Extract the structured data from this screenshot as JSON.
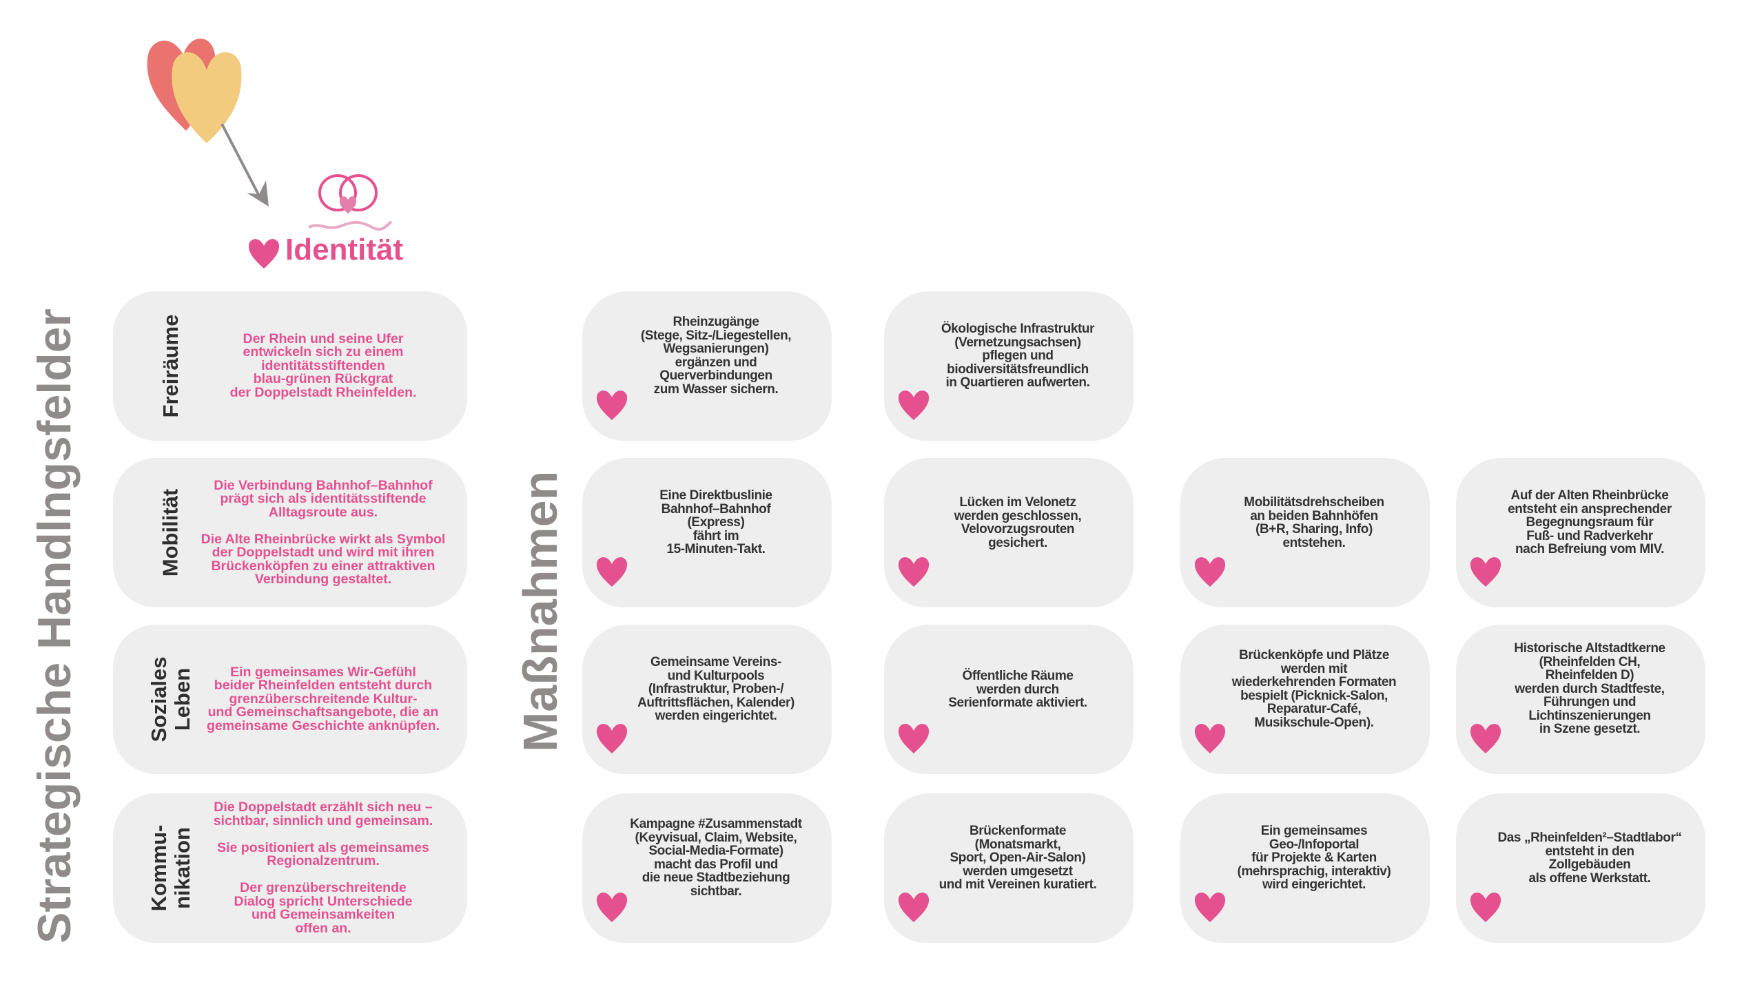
{
  "header": {
    "identity_label": "Identität"
  },
  "titles": {
    "left_axis": "Strategische Handlngsfelder",
    "measures_axis": "Maßnahmen"
  },
  "colors": {
    "accent_pink": "#e5508f",
    "card_bg": "#eeeeee",
    "title_grey": "#8f8b8b",
    "heart_coral": "#ea726f",
    "heart_yellow": "#f2cb7e"
  },
  "fields": [
    {
      "label": "Freiräume",
      "text": "Der Rhein und seine Ufer\nentwickeln sich zu einem\nidentitätsstiftenden\nblau-grünen Rückgrat\nder Doppelstadt Rheinfelden."
    },
    {
      "label": "Mobilität",
      "text": "Die Verbindung Bahnhof–Bahnhof\nprägt sich als identitätsstiftende\nAlltagsroute aus.\n\nDie Alte Rheinbrücke wirkt als Symbol\nder Doppelstadt und wird mit ihren\nBrückenköpfen zu einer attraktiven\nVerbindung gestaltet."
    },
    {
      "label": "Soziales\nLeben",
      "text": "Ein gemeinsames Wir-Gefühl\nbeider Rheinfelden entsteht durch\ngrenzüberschreitende Kultur-\nund Gemeinschaftsangebote, die an\ngemeinsame Geschichte anknüpfen."
    },
    {
      "label": "Kommu-\nnikation",
      "text": "Die Doppelstadt erzählt sich neu –\nsichtbar, sinnlich und gemeinsam.\n\nSie positioniert als gemeinsames\nRegionalzentrum.\n\nDer grenzüberschreitende\nDialog spricht Unterschiede\nund Gemeinsamkeiten\noffen an."
    }
  ],
  "measures": [
    [
      "Rheinzugänge\n(Stege, Sitz-/Liegestellen,\nWegsanierungen)\nergänzen und\nQuerverbindungen\nzum Wasser sichern.",
      "Ökologische Infrastruktur\n(Vernetzungsachsen)\npflegen und\nbiodiversitätsfreundlich\nin Quartieren aufwerten."
    ],
    [
      "Eine Direktbuslinie\nBahnhof–Bahnhof\n(Express)\nfährt im\n15-Minuten-Takt.",
      "Lücken im Velonetz\nwerden geschlossen,\nVelovorzugsrouten\ngesichert.",
      "Mobilitätsdrehscheiben\nan beiden Bahnhöfen\n(B+R, Sharing, Info)\nentstehen.",
      "Auf der Alten Rheinbrücke\nentsteht ein ansprechender\nBegegnungsraum für\nFuß- und Radverkehr\nnach Befreiung vom MIV."
    ],
    [
      "Gemeinsame Vereins-\nund Kulturpools\n(Infrastruktur, Proben-/\nAuftrittsflächen, Kalender)\nwerden eingerichtet.",
      "Öffentliche Räume\nwerden durch\nSerienformate aktiviert.",
      "Brückenköpfe und Plätze\nwerden mit\nwiederkehrenden Formaten\nbespielt (Picknick-Salon,\nReparatur-Café,\nMusikschule-Open).",
      "Historische Altstadtkerne\n(Rheinfelden CH,\nRheinfelden D)\nwerden durch Stadtfeste,\nFührungen und\nLichtinszenierungen\nin Szene gesetzt."
    ],
    [
      "Kampagne #Zusammenstadt\n(Keyvisual, Claim, Website,\nSocial-Media-Formate)\nmacht das Profil und\ndie neue Stadtbeziehung\nsichtbar.",
      "Brückenformate\n(Monatsmarkt,\nSport, Open-Air-Salon)\nwerden umgesetzt\nund mit Vereinen kuratiert.",
      "Ein gemeinsames\nGeo-/Infoportal\nfür Projekte & Karten\n(mehrsprachig, interaktiv)\nwird eingerichtet.",
      "Das „Rheinfelden²–Stadtlabor“\nentsteht in den\nZollgebäuden\nals offene Werkstatt."
    ]
  ]
}
